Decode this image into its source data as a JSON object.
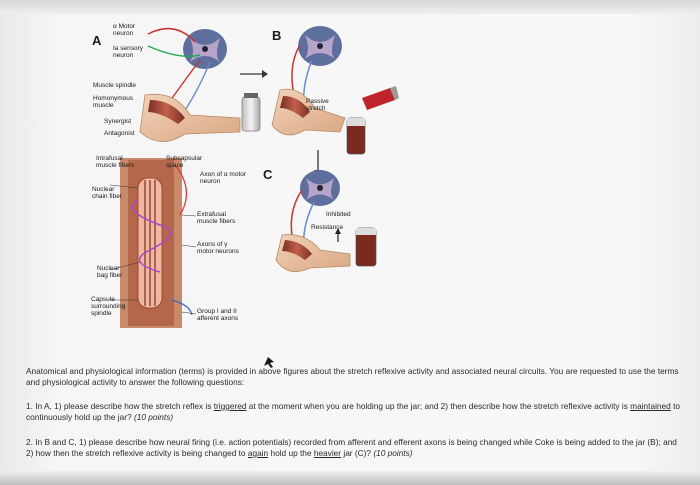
{
  "figure": {
    "panel_a": {
      "letter": "A",
      "alpha_motor_neuron": "α Motor neuron",
      "ia_sensory_neuron": "Ia sensory neuron",
      "muscle_spindle": "Muscle spindle",
      "homonymous_muscle": "Homonymous muscle",
      "synergist": "Synergist",
      "antagonist": "Antagonist"
    },
    "panel_b": {
      "letter": "B",
      "passive_stretch": "Passive stretch"
    },
    "panel_c": {
      "letter": "C",
      "inhibited": "Inhibited",
      "resistance": "Resistance"
    },
    "spindle_detail": {
      "intrafusal_muscle_fibers": "Intrafusal muscle fibers",
      "subcapsular_space": "Subcapsular space",
      "axon_alpha_motor": "Axon of α motor neuron",
      "nuclear_chain_fiber": "Nuclear chain fiber",
      "extrafusal_muscle_fibers": "Extrafusal muscle fibers",
      "axons_gamma_motor": "Axons of γ motor neurons",
      "nuclear_bag_fiber": "Nuclear bag fiber",
      "capsule": "Capsule surrounding spindle",
      "group_afferent": "Group I and II afferent axons"
    }
  },
  "text": {
    "intro": "Anatomical and physiological information (terms) is provided in above figures about the stretch reflexive activity and associated neural circuits. You are requested to use the terms and physiological activity to answer the following questions:",
    "q1": {
      "p1": "1. In A, 1) please describe how the stretch reflex is ",
      "w1": "triggered",
      "p2": " at the moment when you are holding up the jar; and 2) then describe how the stretch reflexive activity is ",
      "w2": "maintained",
      "p3": " to continuously hold up the jar? ",
      "pts": "(10 points)"
    },
    "q2": {
      "p1": "2. In B and C,  1) please describe how neural firing (i.e. action potentials) recorded from afferent and efferent axons is being changed while Coke is being added to the jar (B); and 2) how then the stretch reflexive activity is being changed to ",
      "w1": "again",
      "p2": " hold up the ",
      "w2": "heavier",
      "p3": " jar (C)? ",
      "pts": "(10 points)"
    }
  }
}
